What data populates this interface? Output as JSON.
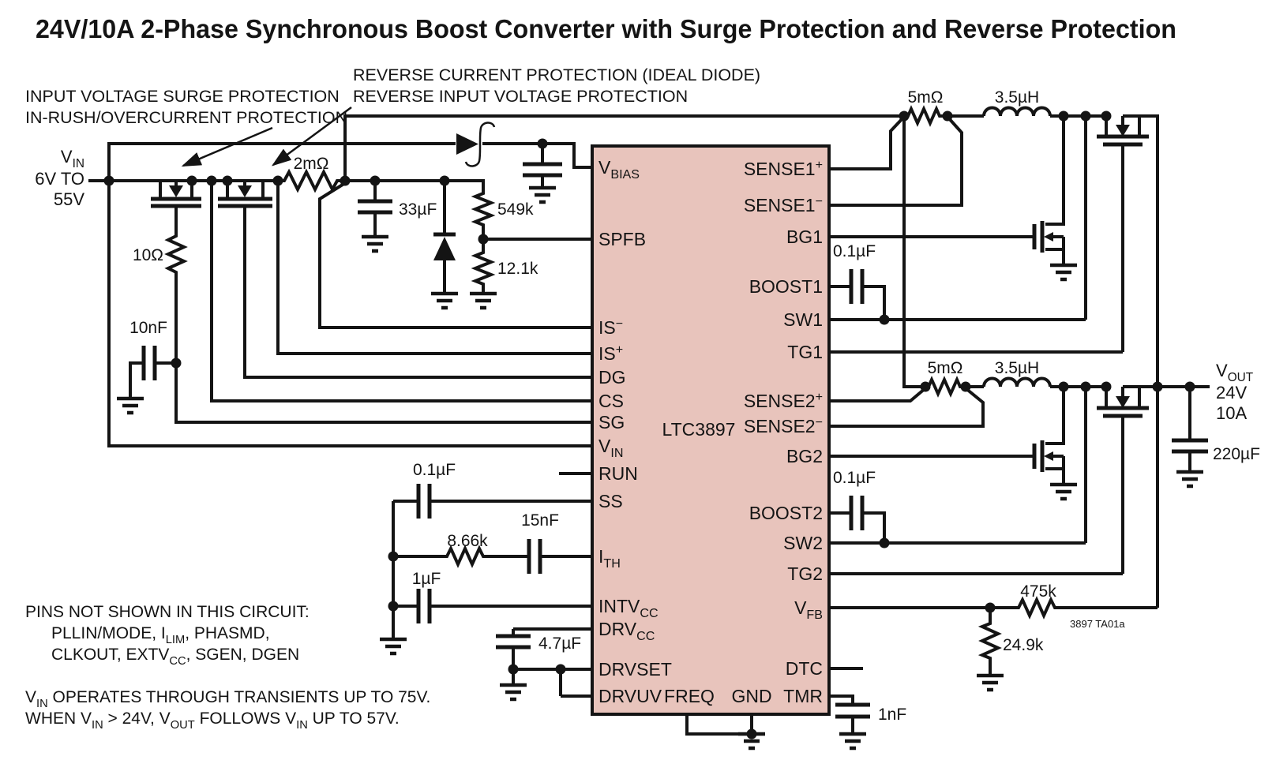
{
  "title": "24V/10A 2-Phase Synchronous Boost Converter with Surge Protection and Reverse Protection",
  "annotations": {
    "surge_line1": "INPUT VOLTAGE SURGE PROTECTION",
    "surge_line2": "IN-RUSH/OVERCURRENT PROTECTION",
    "reverse_line1": "REVERSE CURRENT PROTECTION (IDEAL DIODE)",
    "reverse_line2": "REVERSE INPUT VOLTAGE PROTECTION"
  },
  "terminals": {
    "vin": {
      "name": [
        {
          "t": "V"
        },
        {
          "t": "IN",
          "m": "sub"
        }
      ],
      "range_top": "6V TO",
      "range_bottom": "55V"
    },
    "vout": {
      "name": [
        {
          "t": "V"
        },
        {
          "t": "OUT",
          "m": "sub"
        }
      ],
      "voltage": "24V",
      "current": "10A"
    }
  },
  "ic": {
    "part": "LTC3897",
    "left_pins": [
      {
        "id": "vbias",
        "segs": [
          {
            "t": "V"
          },
          {
            "t": "BIAS",
            "m": "sub"
          }
        ]
      },
      {
        "id": "spfb",
        "segs": [
          {
            "t": "SPFB"
          }
        ]
      },
      {
        "id": "is_minus",
        "segs": [
          {
            "t": "IS"
          },
          {
            "t": "−",
            "m": "sup"
          }
        ]
      },
      {
        "id": "is_plus",
        "segs": [
          {
            "t": "IS"
          },
          {
            "t": "+",
            "m": "sup"
          }
        ]
      },
      {
        "id": "dg",
        "segs": [
          {
            "t": "DG"
          }
        ]
      },
      {
        "id": "cs",
        "segs": [
          {
            "t": "CS"
          }
        ]
      },
      {
        "id": "sg",
        "segs": [
          {
            "t": "SG"
          }
        ]
      },
      {
        "id": "vin",
        "segs": [
          {
            "t": "V"
          },
          {
            "t": "IN",
            "m": "sub"
          }
        ]
      },
      {
        "id": "run",
        "segs": [
          {
            "t": "RUN"
          }
        ]
      },
      {
        "id": "ss",
        "segs": [
          {
            "t": "SS"
          }
        ]
      },
      {
        "id": "ith",
        "segs": [
          {
            "t": "I"
          },
          {
            "t": "TH",
            "m": "sub"
          }
        ]
      },
      {
        "id": "intvcc",
        "segs": [
          {
            "t": "INTV"
          },
          {
            "t": "CC",
            "m": "sub"
          }
        ]
      },
      {
        "id": "drvcc",
        "segs": [
          {
            "t": "DRV"
          },
          {
            "t": "CC",
            "m": "sub"
          }
        ]
      },
      {
        "id": "drvset",
        "segs": [
          {
            "t": "DRVSET"
          }
        ]
      },
      {
        "id": "drvuv",
        "segs": [
          {
            "t": "DRVUV"
          }
        ]
      }
    ],
    "right_pins": [
      {
        "id": "sense1_plus",
        "segs": [
          {
            "t": "SENSE1"
          },
          {
            "t": "+",
            "m": "sup"
          }
        ]
      },
      {
        "id": "sense1_minus",
        "segs": [
          {
            "t": "SENSE1"
          },
          {
            "t": "−",
            "m": "sup"
          }
        ]
      },
      {
        "id": "bg1",
        "segs": [
          {
            "t": "BG1"
          }
        ]
      },
      {
        "id": "boost1",
        "segs": [
          {
            "t": "BOOST1"
          }
        ]
      },
      {
        "id": "sw1",
        "segs": [
          {
            "t": "SW1"
          }
        ]
      },
      {
        "id": "tg1",
        "segs": [
          {
            "t": "TG1"
          }
        ]
      },
      {
        "id": "sense2_plus",
        "segs": [
          {
            "t": "SENSE2"
          },
          {
            "t": "+",
            "m": "sup"
          }
        ]
      },
      {
        "id": "sense2_minus",
        "segs": [
          {
            "t": "SENSE2"
          },
          {
            "t": "−",
            "m": "sup"
          }
        ]
      },
      {
        "id": "bg2",
        "segs": [
          {
            "t": "BG2"
          }
        ]
      },
      {
        "id": "boost2",
        "segs": [
          {
            "t": "BOOST2"
          }
        ]
      },
      {
        "id": "sw2",
        "segs": [
          {
            "t": "SW2"
          }
        ]
      },
      {
        "id": "tg2",
        "segs": [
          {
            "t": "TG2"
          }
        ]
      },
      {
        "id": "vfb",
        "segs": [
          {
            "t": "V"
          },
          {
            "t": "FB",
            "m": "sub"
          }
        ]
      },
      {
        "id": "dtc",
        "segs": [
          {
            "t": "DTC"
          }
        ]
      },
      {
        "id": "tmr",
        "segs": [
          {
            "t": "TMR"
          }
        ]
      }
    ],
    "bottom_pins": [
      {
        "id": "freq",
        "segs": [
          {
            "t": "FREQ"
          }
        ]
      },
      {
        "id": "gnd",
        "segs": [
          {
            "t": "GND"
          }
        ]
      }
    ]
  },
  "components": {
    "r_gate": "10Ω",
    "c_gate": "10nF",
    "r_in_sense": "2mΩ",
    "c_vin": "33µF",
    "r_spfb_top": "549k",
    "r_spfb_bot": "12.1k",
    "c_ss": "0.1µF",
    "r_ith": "8.66k",
    "c_ith": "15nF",
    "c_intvcc": "1µF",
    "c_drvcc": "4.7µF",
    "r_sense1": "5mΩ",
    "l1": "3.5µH",
    "c_boost1": "0.1µF",
    "r_sense2": "5mΩ",
    "l2": "3.5µH",
    "c_boost2": "0.1µF",
    "c_out": "220µF",
    "r_fb_top": "475k",
    "r_fb_bot": "24.9k",
    "c_tmr": "1nF"
  },
  "notes": {
    "header": "PINS NOT SHOWN IN THIS CIRCUIT:",
    "line2": [
      {
        "t": "PLLIN/MODE, I"
      },
      {
        "t": "LIM",
        "m": "sub"
      },
      {
        "t": ", PHASMD,"
      }
    ],
    "line3": [
      {
        "t": "CLKOUT, EXTV"
      },
      {
        "t": "CC",
        "m": "sub"
      },
      {
        "t": ", SGEN, DGEN"
      }
    ],
    "line4": [
      {
        "t": "V"
      },
      {
        "t": "IN",
        "m": "sub"
      },
      {
        "t": " OPERATES THROUGH TRANSIENTS UP TO 75V."
      }
    ],
    "line5": [
      {
        "t": "WHEN V"
      },
      {
        "t": "IN",
        "m": "sub"
      },
      {
        "t": " > 24V, V"
      },
      {
        "t": "OUT",
        "m": "sub"
      },
      {
        "t": " FOLLOWS V"
      },
      {
        "t": "IN",
        "m": "sub"
      },
      {
        "t": " UP TO 57V."
      }
    ]
  },
  "fig_label": "3897 TA01a",
  "colors": {
    "ic_fill": "#e8c4bc",
    "line": "#141414"
  }
}
